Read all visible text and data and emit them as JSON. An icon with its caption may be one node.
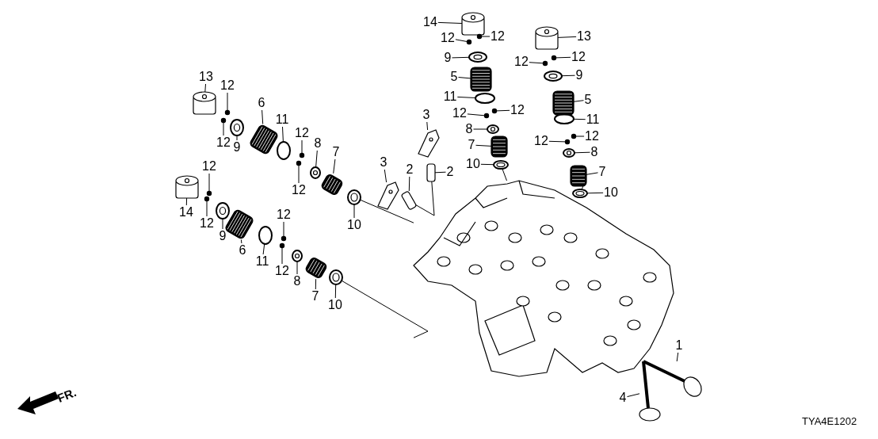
{
  "diagram": {
    "nodes": [
      {
        "text": [
          "14"
        ]
      },
      {
        "text": [
          "12"
        ]
      },
      {
        "text": [
          "12"
        ]
      },
      {
        "text": [
          "13"
        ]
      },
      {
        "text": [
          "9"
        ]
      },
      {
        "text": [
          "12"
        ]
      },
      {
        "text": [
          "12"
        ]
      },
      {
        "text": [
          "5"
        ]
      },
      {
        "text": [
          "9"
        ]
      },
      {
        "text": [
          "13"
        ]
      },
      {
        "text": [
          "12"
        ]
      },
      {
        "text": [
          "6"
        ]
      },
      {
        "text": [
          "11"
        ]
      },
      {
        "text": [
          "5"
        ]
      },
      {
        "text": [
          "3"
        ]
      },
      {
        "text": [
          "12"
        ]
      },
      {
        "text": [
          "12"
        ]
      },
      {
        "text": [
          "11"
        ]
      },
      {
        "text": [
          "11"
        ]
      },
      {
        "text": [
          "8"
        ]
      },
      {
        "text": [
          "12"
        ]
      },
      {
        "text": [
          "12"
        ]
      },
      {
        "text": [
          "12"
        ]
      },
      {
        "text": [
          "8"
        ]
      },
      {
        "text": [
          "12"
        ]
      },
      {
        "text": [
          "9"
        ]
      },
      {
        "text": [
          "7"
        ]
      },
      {
        "text": [
          "8"
        ]
      },
      {
        "text": [
          "7"
        ]
      },
      {
        "text": [
          "3"
        ]
      },
      {
        "text": [
          "10"
        ]
      },
      {
        "text": [
          "12"
        ]
      },
      {
        "text": [
          "2"
        ]
      },
      {
        "text": [
          "2"
        ]
      },
      {
        "text": [
          "7"
        ]
      },
      {
        "text": [
          "12"
        ]
      },
      {
        "text": [
          "10"
        ]
      },
      {
        "text": [
          "14"
        ]
      },
      {
        "text": [
          "12"
        ]
      },
      {
        "text": [
          "12"
        ]
      },
      {
        "text": [
          "10"
        ]
      },
      {
        "text": [
          "9"
        ]
      },
      {
        "text": [
          "6"
        ]
      },
      {
        "text": [
          "11"
        ]
      },
      {
        "text": [
          "12"
        ]
      },
      {
        "text": [
          "8"
        ]
      },
      {
        "text": [
          "7"
        ]
      },
      {
        "text": [
          "10"
        ]
      },
      {
        "text": [
          "1"
        ]
      },
      {
        "text": [
          "4"
        ]
      },
      {
        "text": [],
        "shape": "cylinder"
      },
      {
        "text": [],
        "shape": "circle"
      },
      {
        "text": [],
        "shape": "circle"
      },
      {
        "text": [],
        "shape": "cylinder"
      },
      {
        "text": [],
        "shape": "picture"
      },
      {
        "text": [],
        "shape": "circle"
      },
      {
        "text": [],
        "shape": "circle"
      },
      {
        "text": [],
        "shape": "picture"
      },
      {
        "text": [],
        "shape": "picture"
      },
      {
        "text": [],
        "shape": "cylinder"
      },
      {
        "text": [],
        "shape": "circle"
      },
      {
        "text": [],
        "shape": "picture"
      },
      {
        "text": [],
        "shape": "circle"
      },
      {
        "text": [],
        "shape": "picture"
      },
      {
        "text": [],
        "shape": "picture"
      },
      {
        "text": [],
        "shape": "circle"
      },
      {
        "text": [],
        "shape": "circle"
      },
      {
        "text": [],
        "shape": "circle"
      },
      {
        "text": [],
        "shape": "circle"
      },
      {
        "text": [],
        "shape": "picture"
      },
      {
        "text": [],
        "shape": "circle"
      },
      {
        "text": [],
        "shape": "circle"
      },
      {
        "text": [],
        "shape": "circle"
      },
      {
        "text": [],
        "shape": "picture"
      },
      {
        "text": [],
        "shape": "circle"
      },
      {
        "text": [],
        "shape": "picture"
      },
      {
        "text": [],
        "shape": "picture"
      },
      {
        "text": [],
        "shape": "picture"
      },
      {
        "text": [],
        "shape": "picture"
      },
      {
        "text": [],
        "shape": "picture"
      },
      {
        "text": [],
        "shape": "picture"
      },
      {
        "text": [],
        "shape": "circle"
      },
      {
        "text": [],
        "shape": "cylinder"
      },
      {
        "text": [],
        "shape": "cylinder"
      },
      {
        "text": [],
        "shape": "picture"
      },
      {
        "text": [],
        "shape": "circle"
      },
      {
        "text": [],
        "shape": "picture"
      },
      {
        "text": [],
        "shape": "cylinder"
      },
      {
        "text": [],
        "shape": "circle"
      },
      {
        "text": [],
        "shape": "circle"
      },
      {
        "text": [],
        "shape": "picture"
      },
      {
        "text": [],
        "shape": "picture"
      },
      {
        "text": [],
        "shape": "picture"
      },
      {
        "text": [],
        "shape": "circle"
      },
      {
        "text": [],
        "shape": "circle"
      },
      {
        "text": [],
        "shape": "picture"
      },
      {
        "text": [],
        "shape": "picture"
      },
      {
        "text": [],
        "shape": "picture"
      },
      {
        "text": [],
        "shape": "picture"
      },
      {
        "text": [],
        "shape": "picture"
      },
      {
        "text": [],
        "shape": "picture"
      }
    ],
    "edges": [
      {
        "from": 0,
        "to": 50,
        "arrow": "none"
      },
      {
        "from": 1,
        "to": 51,
        "arrow": "none"
      },
      {
        "from": 2,
        "to": 52,
        "arrow": "none"
      },
      {
        "from": 3,
        "to": 53,
        "arrow": "none"
      },
      {
        "from": 4,
        "to": 54,
        "arrow": "none"
      },
      {
        "from": 5,
        "to": 55,
        "arrow": "none"
      },
      {
        "from": 6,
        "to": 56,
        "arrow": "none"
      },
      {
        "from": 7,
        "to": 57,
        "arrow": "none"
      },
      {
        "from": 8,
        "to": 58,
        "arrow": "none"
      },
      {
        "from": 9,
        "to": 59,
        "arrow": "none"
      },
      {
        "from": 10,
        "to": 60,
        "arrow": "none"
      },
      {
        "from": 11,
        "to": 61,
        "arrow": "none"
      },
      {
        "from": 12,
        "to": 62,
        "arrow": "none"
      },
      {
        "from": 13,
        "to": 63,
        "arrow": "none"
      },
      {
        "from": 14,
        "to": 64,
        "arrow": "none"
      },
      {
        "from": 15,
        "to": 65,
        "arrow": "none"
      },
      {
        "from": 16,
        "to": 66,
        "arrow": "none"
      },
      {
        "from": 17,
        "to": 67,
        "arrow": "none"
      },
      {
        "from": 18,
        "to": 68,
        "arrow": "none"
      },
      {
        "from": 19,
        "to": 69,
        "arrow": "none"
      },
      {
        "from": 20,
        "to": 70,
        "arrow": "none"
      },
      {
        "from": 21,
        "to": 71,
        "arrow": "none"
      },
      {
        "from": 22,
        "to": 72,
        "arrow": "none"
      },
      {
        "from": 23,
        "to": 73,
        "arrow": "none"
      },
      {
        "from": 24,
        "to": 74,
        "arrow": "none"
      },
      {
        "from": 25,
        "to": 75,
        "arrow": "none"
      },
      {
        "from": 26,
        "to": 76,
        "arrow": "none"
      },
      {
        "from": 27,
        "to": 77,
        "arrow": "none"
      },
      {
        "from": 28,
        "to": 78,
        "arrow": "none"
      },
      {
        "from": 29,
        "to": 79,
        "arrow": "none"
      },
      {
        "from": 30,
        "to": 80,
        "arrow": "none"
      },
      {
        "from": 31,
        "to": 81,
        "arrow": "none"
      },
      {
        "from": 32,
        "to": 82,
        "arrow": "none"
      },
      {
        "from": 33,
        "to": 83,
        "arrow": "none"
      },
      {
        "from": 34,
        "to": 84,
        "arrow": "none"
      },
      {
        "from": 35,
        "to": 85,
        "arrow": "none"
      },
      {
        "from": 36,
        "to": 86,
        "arrow": "none"
      },
      {
        "from": 37,
        "to": 87,
        "arrow": "none"
      },
      {
        "from": 38,
        "to": 88,
        "arrow": "none"
      },
      {
        "from": 39,
        "to": 89,
        "arrow": "none"
      },
      {
        "from": 40,
        "to": 90,
        "arrow": "none"
      },
      {
        "from": 41,
        "to": 91,
        "arrow": "none"
      },
      {
        "from": 42,
        "to": 92,
        "arrow": "none"
      },
      {
        "from": 43,
        "to": 93,
        "arrow": "none"
      },
      {
        "from": 44,
        "to": 94,
        "arrow": "none"
      },
      {
        "from": 45,
        "to": 95,
        "arrow": "none"
      },
      {
        "from": 46,
        "to": 96,
        "arrow": "none"
      },
      {
        "from": 47,
        "to": 97,
        "arrow": "none"
      },
      {
        "from": 48,
        "to": 98,
        "arrow": "none"
      },
      {
        "from": 49,
        "to": 99,
        "arrow": "none"
      },
      {
        "from": 90,
        "to": 100,
        "arrow": "none"
      },
      {
        "from": 97,
        "to": 100,
        "arrow": "none"
      },
      {
        "from": 83,
        "to": 100,
        "arrow": "none"
      },
      {
        "from": 80,
        "to": 100,
        "arrow": "none"
      },
      {
        "from": 86,
        "to": 100,
        "arrow": "none"
      }
    ],
    "labels": [
      "FR.",
      "TYA4E1202"
    ]
  }
}
